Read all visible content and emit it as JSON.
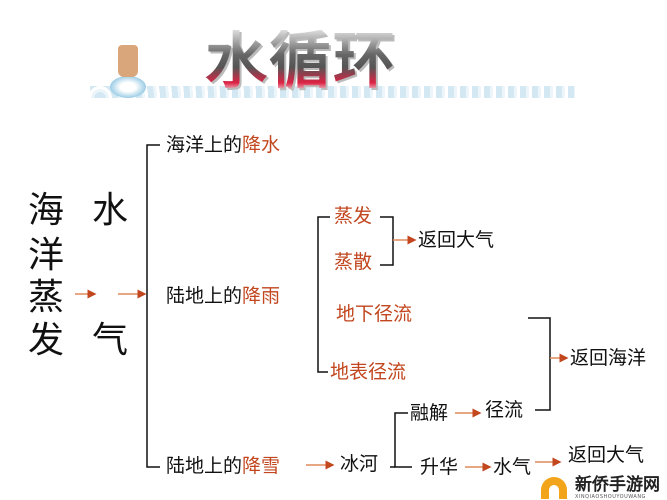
{
  "title": "水循环",
  "left": {
    "chars": [
      "海",
      "水",
      "洋",
      "蒸",
      "发",
      "气"
    ]
  },
  "branches": {
    "ocean_precip": {
      "prefix": "海洋上的",
      "highlight": "降水"
    },
    "land_rain": {
      "prefix": "陆地上的",
      "highlight": "降雨"
    },
    "land_snow": {
      "prefix": "陆地上的",
      "highlight": "降雪"
    }
  },
  "rain": {
    "evaporation": "蒸发",
    "transpiration": "蒸散",
    "return_atmosphere": "返回大气",
    "groundwater_runoff": "地下径流",
    "surface_runoff": "地表径流",
    "return_ocean": "返回海洋"
  },
  "snow": {
    "glacier": "冰河",
    "melting": "融解",
    "runoff": "径流",
    "sublimation": "升华",
    "vapor": "水气",
    "return_atmosphere": "返回大气"
  },
  "watermark": {
    "name": "新侨手游网",
    "pinyin": "XINQIAOSHOUYOUWANG"
  },
  "colors": {
    "accent": "#c2461e",
    "arrow": "#e08a5a",
    "line": "#111111"
  }
}
